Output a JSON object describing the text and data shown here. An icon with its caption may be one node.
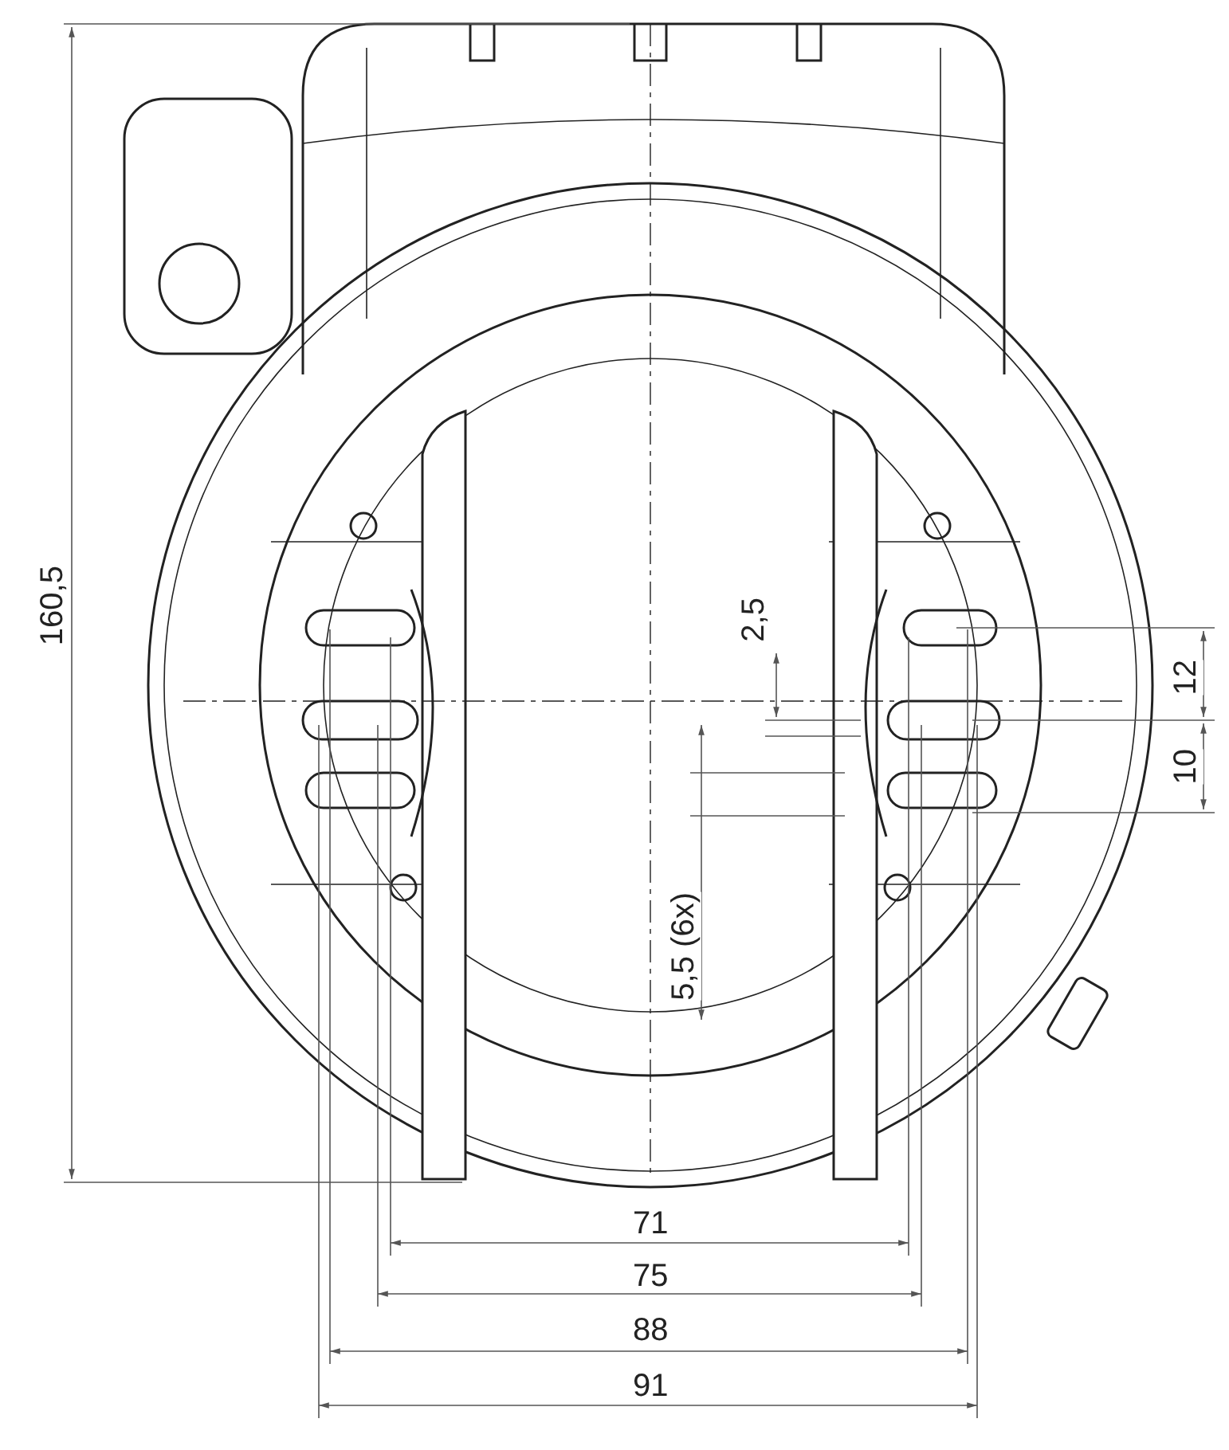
{
  "diagram": {
    "labels": [
      "160,5",
      "2,5",
      "12",
      "10",
      "5,5 (6x)",
      "71",
      "75",
      "88",
      "91"
    ]
  }
}
